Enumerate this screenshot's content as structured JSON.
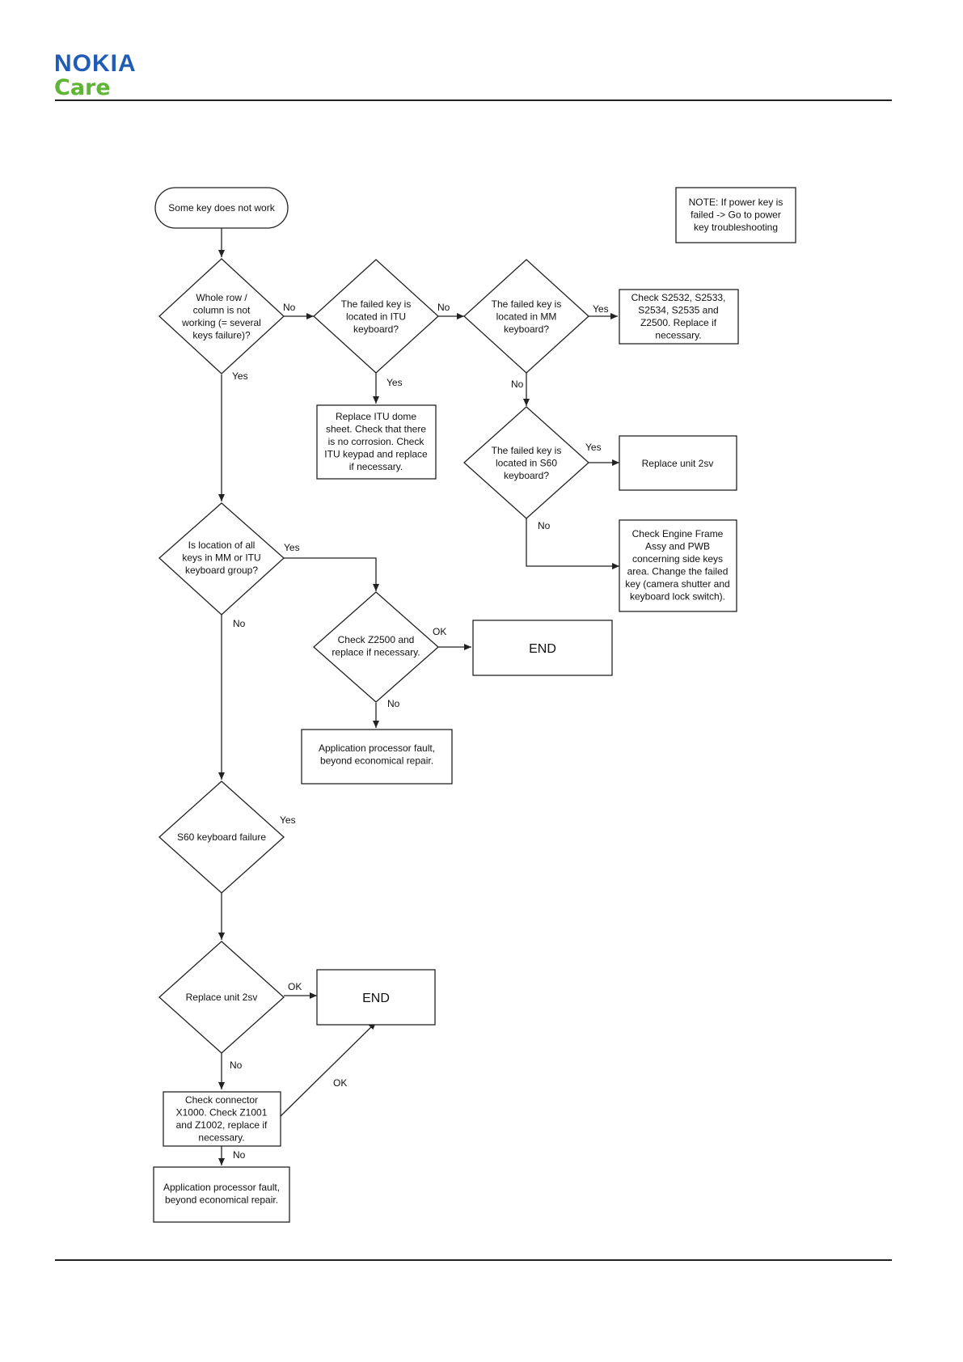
{
  "header": {
    "logo_top": "NOKIA",
    "logo_bottom": "Care"
  },
  "colors": {
    "nokia_blue": "#1f5cb8",
    "care_green": "#5fb535",
    "line": "#222222"
  },
  "nodes": {
    "start": [
      "Some key does not work"
    ],
    "note": [
      "NOTE: If power key is",
      "failed -> Go to power",
      "key troubleshooting"
    ],
    "d_row": [
      "Whole row /",
      "column is not",
      "working (= several",
      "keys failure)?"
    ],
    "d_itu": [
      "The failed key is",
      "located in ITU",
      "keyboard?"
    ],
    "d_mm": [
      "The failed key is",
      "located in MM",
      "keyboard?"
    ],
    "b_check_s": [
      "Check S2532, S2533,",
      "S2534, S2535 and",
      "Z2500. Replace if",
      "necessary."
    ],
    "b_replace_itu": [
      "Replace ITU dome",
      "sheet. Check that there",
      "is no corrosion. Check",
      "ITU keypad and replace",
      "if necessary."
    ],
    "d_s60_loc": [
      "The failed key is",
      "located in S60",
      "keyboard?"
    ],
    "b_replace_2sv_top": [
      "Replace unit 2sv"
    ],
    "b_engine": [
      "Check Engine Frame",
      "Assy and PWB",
      "concerning side keys",
      "area. Change the failed",
      "key (camera shutter and",
      "keyboard lock switch)."
    ],
    "d_location": [
      "Is location of all",
      "keys in MM or ITU",
      "keyboard group?"
    ],
    "d_z2500": [
      "Check Z2500 and",
      "replace if necessary."
    ],
    "b_end_top": [
      "END"
    ],
    "b_app_fault_1": [
      "Application processor fault,",
      "beyond economical repair."
    ],
    "d_s60_fail": [
      "S60 keyboard failure"
    ],
    "d_replace_2sv": [
      "Replace unit 2sv"
    ],
    "b_end_bottom": [
      "END"
    ],
    "b_check_conn": [
      "Check connector",
      "X1000. Check Z1001",
      "and Z1002, replace if",
      "necessary."
    ],
    "b_app_fault_2": [
      "Application processor fault,",
      "beyond economical repair."
    ]
  },
  "edge_labels": {
    "row_no": "No",
    "row_yes": "Yes",
    "itu_no": "No",
    "itu_yes": "Yes",
    "mm_yes": "Yes",
    "mm_no": "No",
    "s60loc_yes": "Yes",
    "s60loc_no": "No",
    "loc_yes": "Yes",
    "loc_no": "No",
    "z2500_ok": "OK",
    "z2500_no": "No",
    "s60fail_yes": "Yes",
    "rep2sv_ok": "OK",
    "rep2sv_no": "No",
    "conn_ok": "OK",
    "conn_no": "No"
  }
}
